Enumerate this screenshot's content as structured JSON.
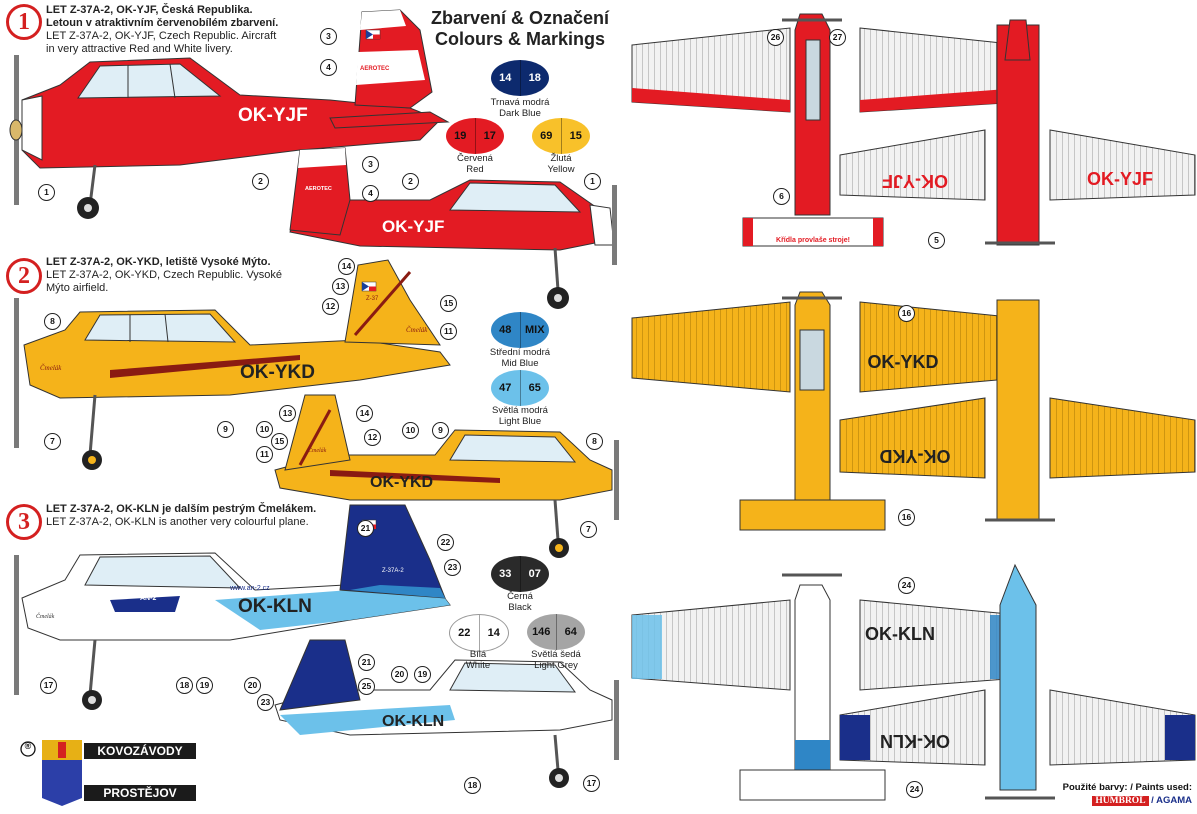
{
  "header": {
    "title_cz": "Zbarvení & Označení",
    "title_en": "Colours & Markings"
  },
  "variants": [
    {
      "num": "1",
      "cz_bold_1": "LET Z-37A-2, OK-YJF, Česká Republika.",
      "cz_bold_2": "Letoun v atraktivním červenobílém zbarvení.",
      "en_1": "LET Z-37A-2, OK-YJF, Czech Republic. Aircraft",
      "en_2": "in very attractive Red and White livery.",
      "reg": "OK-YJF",
      "color": "#e31b23"
    },
    {
      "num": "2",
      "cz_bold_1": "LET Z-37A-2, OK-YKD, letiště Vysoké Mýto.",
      "en_1": "LET Z-37A-2, OK-YKD, Czech Republic. Vysoké",
      "en_2": "Mýto airfield.",
      "reg": "OK-YKD",
      "color": "#f5b31a"
    },
    {
      "num": "3",
      "cz_bold_1": "LET Z-37A-2, OK-KLN je dalším pestrým Čmelákem.",
      "en_1": "LET Z-37A-2, OK-KLN is another very colourful plane.",
      "reg": "OK-KLN",
      "color": "#1a2f8a"
    }
  ],
  "swatches": [
    {
      "a": "14",
      "b": "18",
      "cz": "Trnavá modrá",
      "en": "Dark Blue",
      "color": "#0d2a6e",
      "text": "#fff"
    },
    {
      "a": "19",
      "b": "17",
      "cz": "Červená",
      "en": "Red",
      "color": "#e31b23",
      "text": "#111"
    },
    {
      "a": "69",
      "b": "15",
      "cz": "Žlutá",
      "en": "Yellow",
      "color": "#f8c12a",
      "text": "#111"
    },
    {
      "a": "48",
      "b": "MIX",
      "cz": "Střední modrá",
      "en": "Mid Blue",
      "color": "#2f86c6",
      "text": "#111"
    },
    {
      "a": "47",
      "b": "65",
      "cz": "Světlá modrá",
      "en": "Light Blue",
      "color": "#6cc1ea",
      "text": "#111"
    },
    {
      "a": "33",
      "b": "07",
      "cz": "Černá",
      "en": "Black",
      "color": "#2a2a2a",
      "text": "#fff"
    },
    {
      "a": "22",
      "b": "14",
      "cz": "Bílá",
      "en": "White",
      "color": "#ffffff",
      "text": "#111"
    },
    {
      "a": "146",
      "b": "64",
      "cz": "Světlá šedá",
      "en": "Light Grey",
      "color": "#a5a5a5",
      "text": "#111"
    }
  ],
  "markings": {
    "aerotec": "AEROTEC",
    "wing_text": "Křídla provlaše stroje!",
    "www": "www.an-2.cz",
    "an2": "AN-2",
    "cmelak": "Čmelák",
    "z37": "Z-37",
    "z37a2": "Z-37A-2"
  },
  "logo": {
    "reg_mark": "®",
    "top": "KOVOZÁVODY",
    "bottom": "PROSTĚJOV"
  },
  "paints": {
    "label": "Použité barvy: / Paints used:",
    "brand1": "HUMBROL",
    "brand2": "AGAMA"
  }
}
